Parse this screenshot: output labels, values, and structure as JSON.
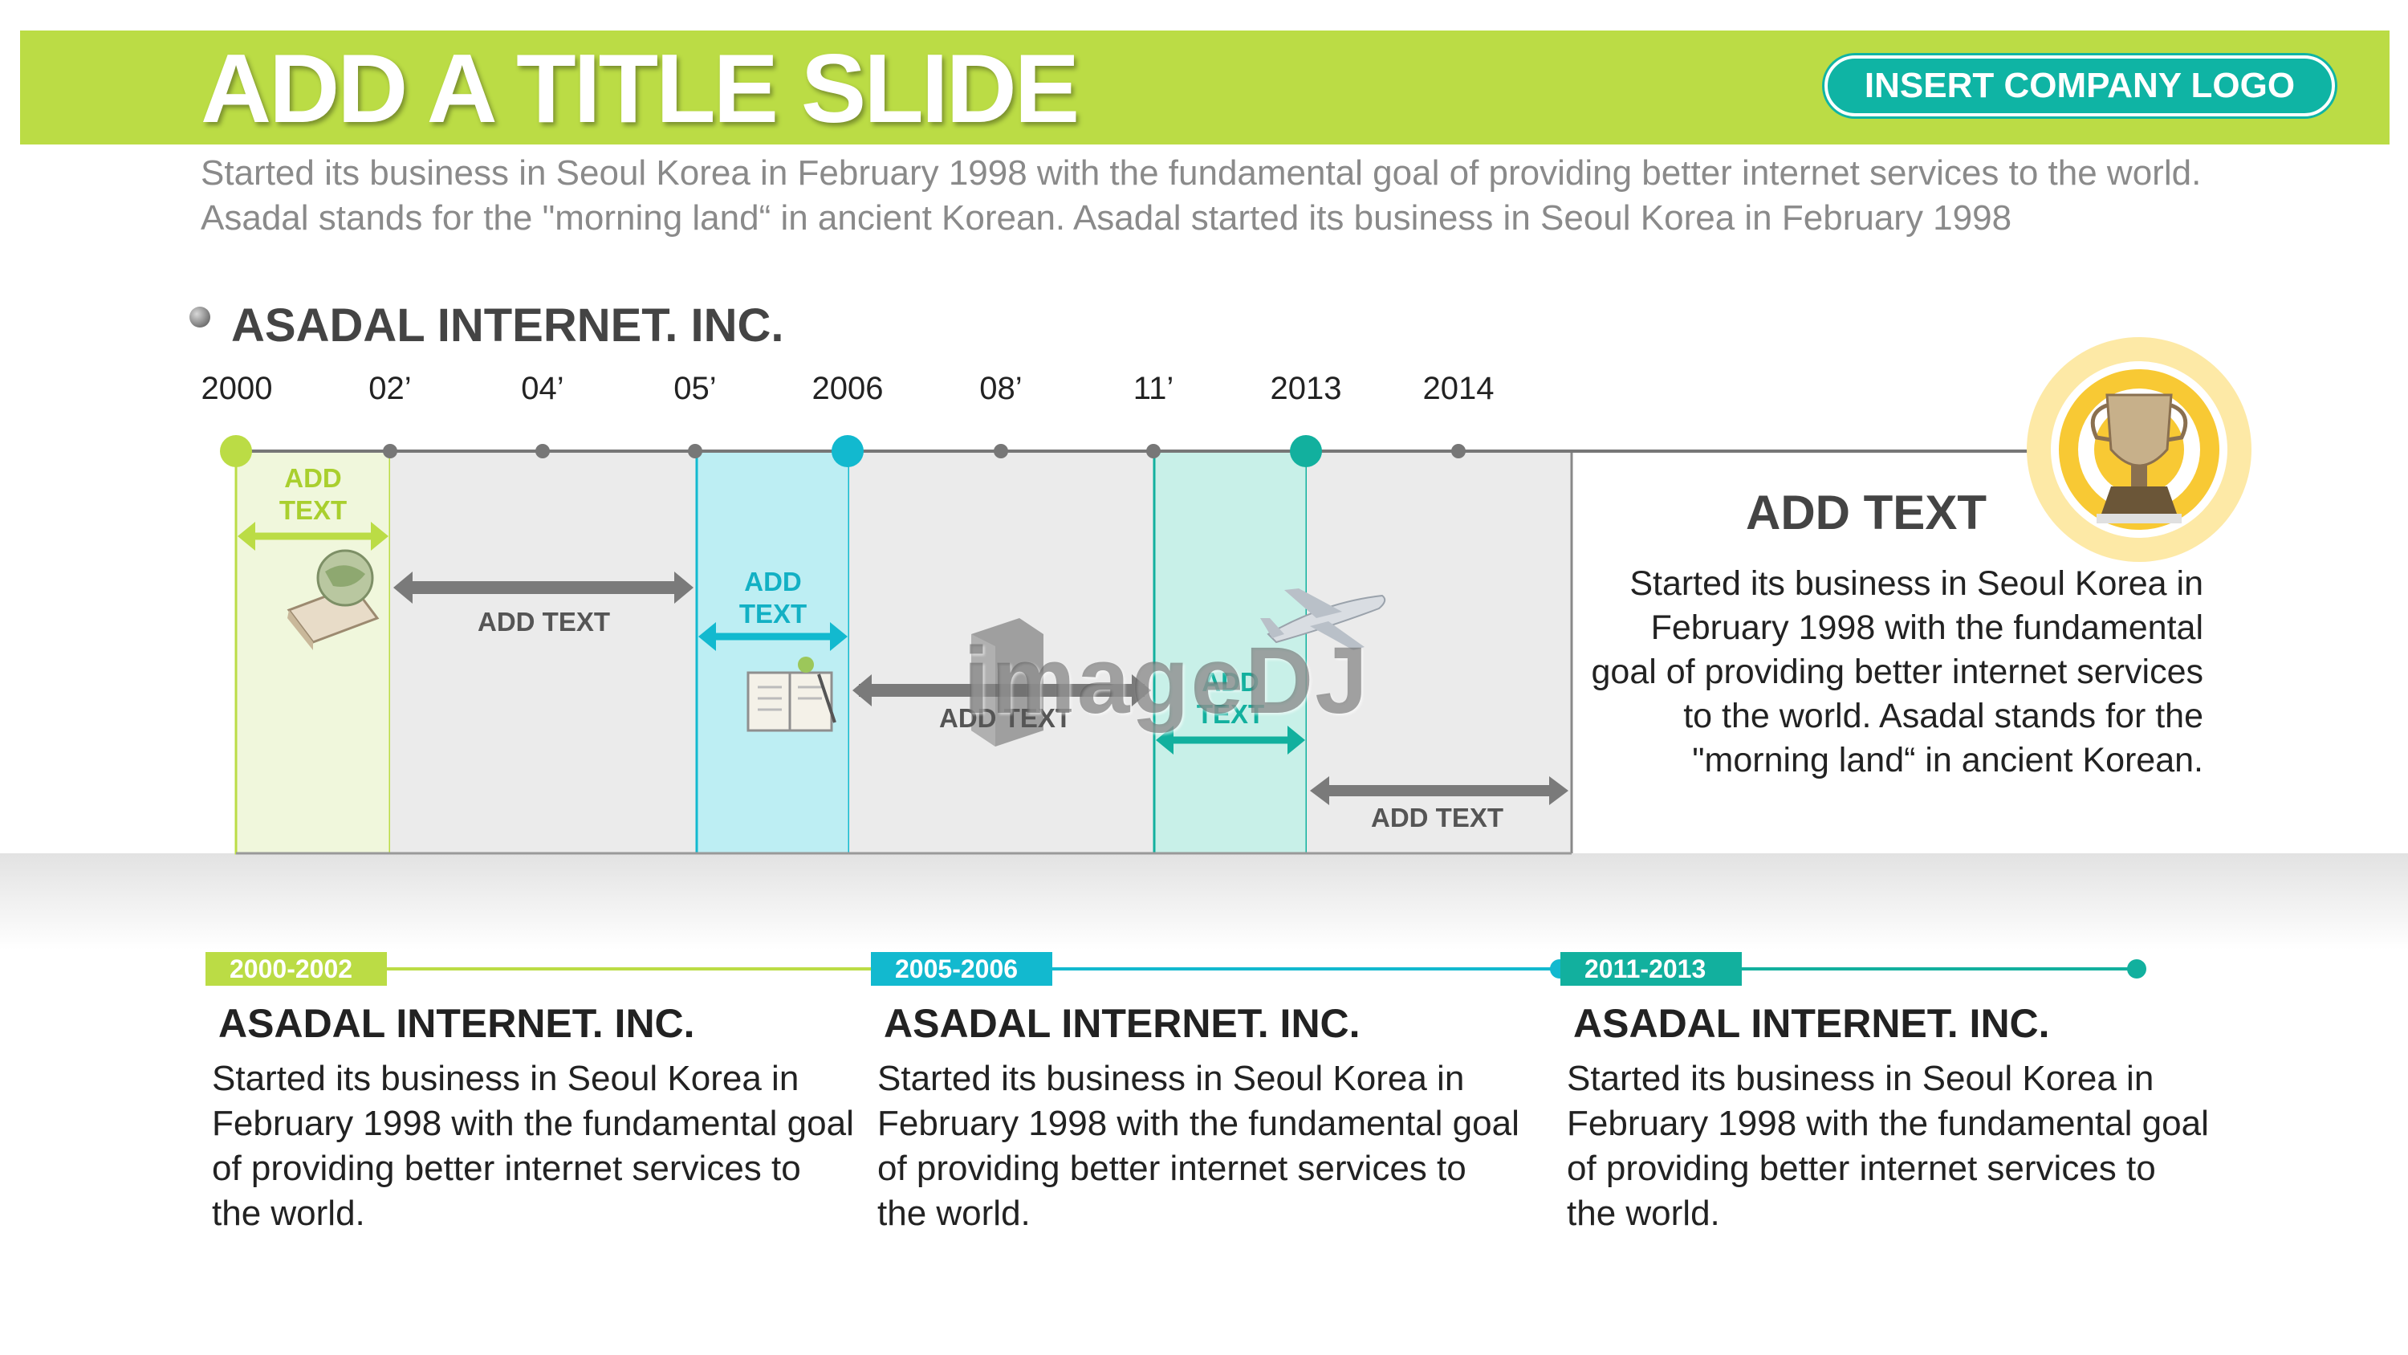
{
  "header": {
    "title": "ADD A TITLE SLIDE",
    "logo_label": "INSERT COMPANY LOGO",
    "intro": "Started its business in Seoul Korea  in February 1998 with the fundamental goal of providing better internet services to the world. Asadal stands for the \"morning land“ in ancient Korean. Asadal started its business in Seoul Korea  in February 1998"
  },
  "section": {
    "title": "ASADAL INTERNET. INC."
  },
  "timeline": {
    "years": [
      "2000",
      "02’",
      "04’",
      "05’",
      "2006",
      "08’",
      "11’",
      "2013",
      "2014"
    ],
    "band_labels": {
      "green": "ADD\nTEXT",
      "cyan": "ADD\nTEXT",
      "teal": "ADD\nTEXT"
    },
    "arrow_labels": {
      "a1": "ADD TEXT",
      "a2": "ADD TEXT",
      "a3": "ADD TEXT"
    }
  },
  "highlight": {
    "title": "ADD TEXT",
    "text": "Started its business in Seoul Korea in February 1998 with the fundamental goal of providing better internet services to the world. Asadal stands for the \"morning land“ in ancient Korean."
  },
  "watermark": "imageDJ",
  "cards": [
    {
      "period": "2000-2002",
      "title": "ASADAL INTERNET. INC.",
      "text": "Started its business in Seoul Korea  in February 1998 with the fundamental goal of providing better internet services to the world."
    },
    {
      "period": "2005-2006",
      "title": "ASADAL INTERNET. INC.",
      "text": "Started its business in Seoul Korea  in February 1998 with the fundamental goal of providing better internet services to the world."
    },
    {
      "period": "2011-2013",
      "title": "ASADAL INTERNET. INC.",
      "text": "Started its business in Seoul Korea  in February 1998 with the fundamental goal of providing better internet services to the world."
    }
  ],
  "colors": {
    "green": "#bbdc45",
    "cyan": "#12b9cf",
    "teal": "#12b09e",
    "gray_band": "#ebebeb",
    "text_gray": "#8a8a8a"
  },
  "icons": [
    "globe-book-icon",
    "open-book-icon",
    "airplane-icon",
    "trophy-icon"
  ]
}
